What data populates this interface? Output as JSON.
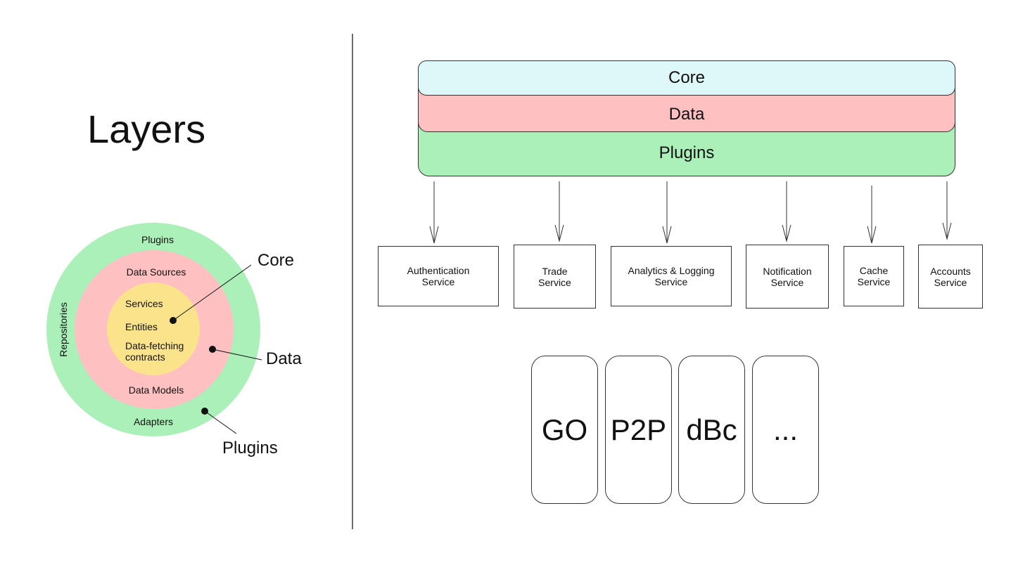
{
  "title": "Layers",
  "onion": {
    "rings": {
      "plugins": {
        "label": "Plugins",
        "side_label": "Repositories",
        "bottom_label": "Adapters",
        "color": "#aaf0b8"
      },
      "data": {
        "top_label": "Data Sources",
        "bottom_label": "Data Models",
        "color": "#ffc0c2"
      },
      "core": {
        "items": [
          "Services",
          "Entities",
          "Data-fetching",
          "contracts"
        ],
        "color": "#fbe38c"
      }
    },
    "callouts": {
      "core": "Core",
      "data": "Data",
      "plugins": "Plugins"
    }
  },
  "stack": {
    "core": {
      "label": "Core",
      "color": "#def7f9"
    },
    "data": {
      "label": "Data",
      "color": "#ffc0c2"
    },
    "plugins": {
      "label": "Plugins",
      "color": "#aaf0b8"
    }
  },
  "services": [
    {
      "label": "Authentication\nService"
    },
    {
      "label": "Trade\nService"
    },
    {
      "label": "Analytics & Logging\nService"
    },
    {
      "label": "Notification\nService"
    },
    {
      "label": "Cache\nService"
    },
    {
      "label": "Accounts\nService"
    }
  ],
  "tools": [
    "GO",
    "P2P",
    "dBc",
    "..."
  ]
}
